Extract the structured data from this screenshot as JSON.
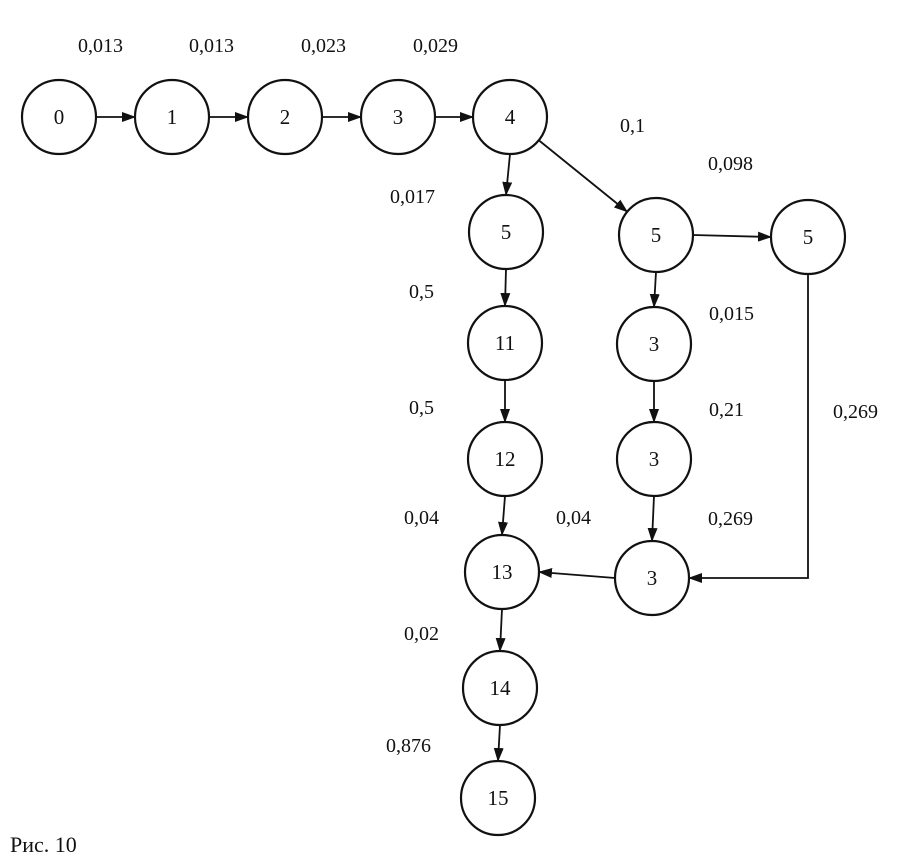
{
  "caption": "Рис. 10",
  "nodes": [
    {
      "id": "n0",
      "label": "0"
    },
    {
      "id": "n1",
      "label": "1"
    },
    {
      "id": "n2",
      "label": "2"
    },
    {
      "id": "n3",
      "label": "3"
    },
    {
      "id": "n4",
      "label": "4"
    },
    {
      "id": "n5a",
      "label": "5"
    },
    {
      "id": "n5b",
      "label": "5"
    },
    {
      "id": "n5c",
      "label": "5"
    },
    {
      "id": "n11",
      "label": "11"
    },
    {
      "id": "n3a",
      "label": "3"
    },
    {
      "id": "n12",
      "label": "12"
    },
    {
      "id": "n3b",
      "label": "3"
    },
    {
      "id": "n13",
      "label": "13"
    },
    {
      "id": "n3c",
      "label": "3"
    },
    {
      "id": "n14",
      "label": "14"
    },
    {
      "id": "n15",
      "label": "15"
    }
  ],
  "edges": [
    {
      "id": "e0",
      "from": "n0",
      "to": "n1",
      "label": "0,013"
    },
    {
      "id": "e1",
      "from": "n1",
      "to": "n2",
      "label": "0,013"
    },
    {
      "id": "e2",
      "from": "n2",
      "to": "n3",
      "label": "0,023"
    },
    {
      "id": "e3",
      "from": "n3",
      "to": "n4",
      "label": "0,029"
    },
    {
      "id": "e4",
      "from": "n4",
      "to": "n5b",
      "label": "0,1"
    },
    {
      "id": "e5",
      "from": "n5b",
      "to": "n5c",
      "label": "0,098"
    },
    {
      "id": "e6",
      "from": "n4",
      "to": "n5a",
      "label": "0,017"
    },
    {
      "id": "e7",
      "from": "n5a",
      "to": "n11",
      "label": "0,5"
    },
    {
      "id": "e8",
      "from": "n5b",
      "to": "n3a",
      "label": "0,015"
    },
    {
      "id": "e9",
      "from": "n11",
      "to": "n12",
      "label": "0,5"
    },
    {
      "id": "e10",
      "from": "n3a",
      "to": "n3b",
      "label": "0,21"
    },
    {
      "id": "e11",
      "from": "n5c",
      "to": "n3c",
      "label": "0,269"
    },
    {
      "id": "e12",
      "from": "n12",
      "to": "n13",
      "label": "0,04"
    },
    {
      "id": "e13",
      "from": "n3c",
      "to": "n13",
      "label": "0,04"
    },
    {
      "id": "e14",
      "from": "n3b",
      "to": "n3c",
      "label": "0,269"
    },
    {
      "id": "e15",
      "from": "n13",
      "to": "n14",
      "label": "0,02"
    },
    {
      "id": "e16",
      "from": "n14",
      "to": "n15",
      "label": "0,876"
    }
  ]
}
